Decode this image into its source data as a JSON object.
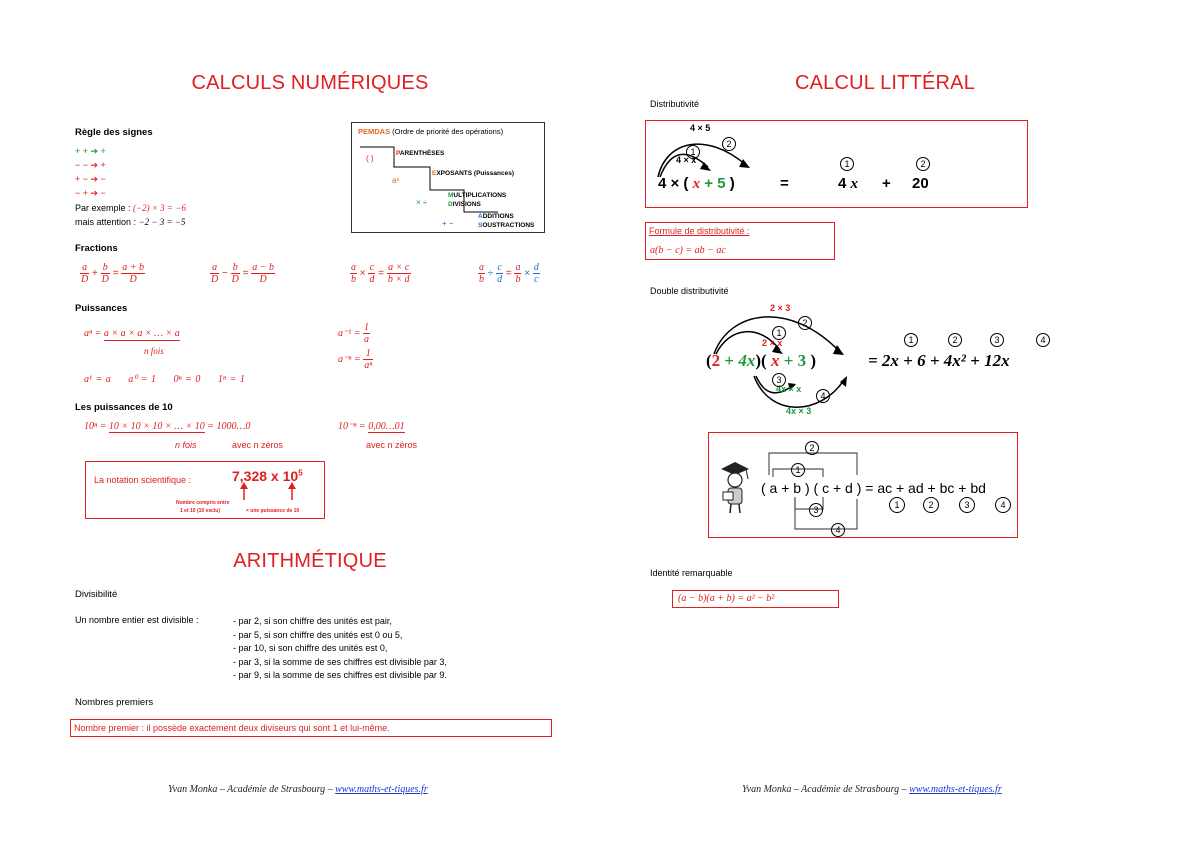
{
  "left": {
    "title_numeric": "CALCULS NUMÉRIQUES",
    "signs": {
      "label": "Règle des signes",
      "rules": [
        "+ + ➔ +",
        "− − ➔ +",
        "+ − ➔ −",
        "− + ➔ −"
      ],
      "example_prefix": "Par exemple : ",
      "example_math": "(−2) × 3 = −6",
      "attention_prefix": "mais attention : ",
      "attention_math": "−2 − 3 = −5"
    },
    "pemdas": {
      "title_letters": "PEMDAS",
      "title_rest": " (Ordre de priorité des opérations)",
      "steps": [
        {
          "symbol": "( )",
          "letter": "P",
          "rest": "ARENTHÈSES"
        },
        {
          "symbol": "aⁿ",
          "letter": "E",
          "rest": "XPOSANTS (Puissances)"
        },
        {
          "symbol": "× ÷",
          "letter": "M",
          "rest": "ULTIPLICATIONS",
          "letter2": "D",
          "rest2": "IVISIONS"
        },
        {
          "symbol": "+ −",
          "letter": "A",
          "rest": "DDITIONS",
          "letter2": "S",
          "rest2": "OUSTRACTIONS"
        }
      ]
    },
    "fractions": {
      "label": "Fractions",
      "f1": {
        "a": "a",
        "b": "b",
        "D": "D",
        "res_n": "a + b",
        "res_d": "D"
      },
      "f2": {
        "a": "a",
        "b": "b",
        "D": "D",
        "res_n": "a − b",
        "res_d": "D"
      },
      "f3": {
        "a": "a",
        "b": "b",
        "c": "c",
        "d": "d",
        "res_n": "a × c",
        "res_d": "b × d"
      },
      "f4": {
        "a": "a",
        "b": "b",
        "c": "c",
        "d": "d"
      }
    },
    "powers": {
      "label": "Puissances",
      "def_lhs": "aⁿ = ",
      "def_rhs": "a × a × a × … × a",
      "n_fois": "n fois",
      "neg1_lhs": "a⁻¹ = ",
      "neg1_n": "1",
      "neg1_d": "a",
      "negn_lhs": "a⁻ⁿ = ",
      "negn_n": "1",
      "negn_d": "aⁿ",
      "special": [
        "a¹ = a",
        "a⁰ = 1",
        "0ⁿ = 0",
        "1ⁿ = 1"
      ]
    },
    "powers10": {
      "label": "Les puissances de 10",
      "pos_lhs": "10ⁿ = ",
      "pos_mid": "10 × 10 × 10 × … × 10",
      "pos_rhs": " = 1000…0",
      "n_fois": "n fois",
      "avec_zeros": "avec n zéros",
      "neg_lhs": "10⁻ⁿ = ",
      "neg_rhs": "0,00…01",
      "avec_zeros2": "avec n zéros"
    },
    "scientific": {
      "label": "La notation scientifique :",
      "mantissa": "7,328",
      "times": " x 10",
      "exp": "5",
      "note1": "Nombre compris entre",
      "note2": "1 et 10 (10 exclu)",
      "note3": "×  une puissance de 10"
    },
    "title_arith": "ARITHMÉTIQUE",
    "divisibility": {
      "label": "Divisibilité",
      "intro": "Un nombre entier est divisible :",
      "rules": [
        "- par 2, si son chiffre des unités est pair,",
        "- par 5, si son chiffre des unités est 0 ou 5,",
        "- par 10, si son chiffre des unités est 0,",
        "- par 3, si la somme de ses chiffres est divisible par 3,",
        "- par 9, si la somme de ses chiffres est divisible par 9."
      ]
    },
    "primes": {
      "label": "Nombres premiers",
      "definition": "Nombre premier : il possède exactement deux diviseurs qui sont 1 et lui-même."
    },
    "footer_text": "Yvan Monka – Académie de Strasbourg – ",
    "footer_link": "www.maths-et-tiques.fr"
  },
  "right": {
    "title": "CALCUL LITTÉRAL",
    "distrib": {
      "label": "Distributivité",
      "top_label": "4 × 5",
      "low_label": "4 × x",
      "c1": "1",
      "c2": "2",
      "lhs_4": "4 × ( ",
      "lhs_x": "x",
      "lhs_plus5": " + 5",
      "lhs_close": " )",
      "eq": "=",
      "t1": "4",
      "t1_var": "x",
      "plus": "+",
      "t2": "20"
    },
    "formula_distrib": {
      "label": "Formule de distributivité :",
      "formula": "a(b − c) = ab − ac"
    },
    "double": {
      "label": "Double distributivité",
      "a1": "2 × 3",
      "a2": "2 × x",
      "a3": "4x × x",
      "a4": "4x × 3",
      "circles": [
        "1",
        "2",
        "3",
        "4"
      ],
      "lhs_open": "(",
      "lhs_2": "2",
      "lhs_plus": " + ",
      "lhs_4x": "4x",
      "lhs_mid": ")( ",
      "lhs_x": "x",
      "lhs_plus3": " + ",
      "lhs_3": "3",
      "lhs_close": " )",
      "rhs": "=  2x + 6 + 4x² + 12x"
    },
    "foil": {
      "expr": "( a + b ) ( c + d ) = ac + ad + bc + bd",
      "circles": [
        "1",
        "2",
        "3",
        "4"
      ]
    },
    "identity": {
      "label": "Identité remarquable",
      "formula": "(a − b)(a + b) = a² − b²"
    },
    "footer_text": "Yvan Monka – Académie de Strasbourg – ",
    "footer_link": "www.maths-et-tiques.fr"
  }
}
